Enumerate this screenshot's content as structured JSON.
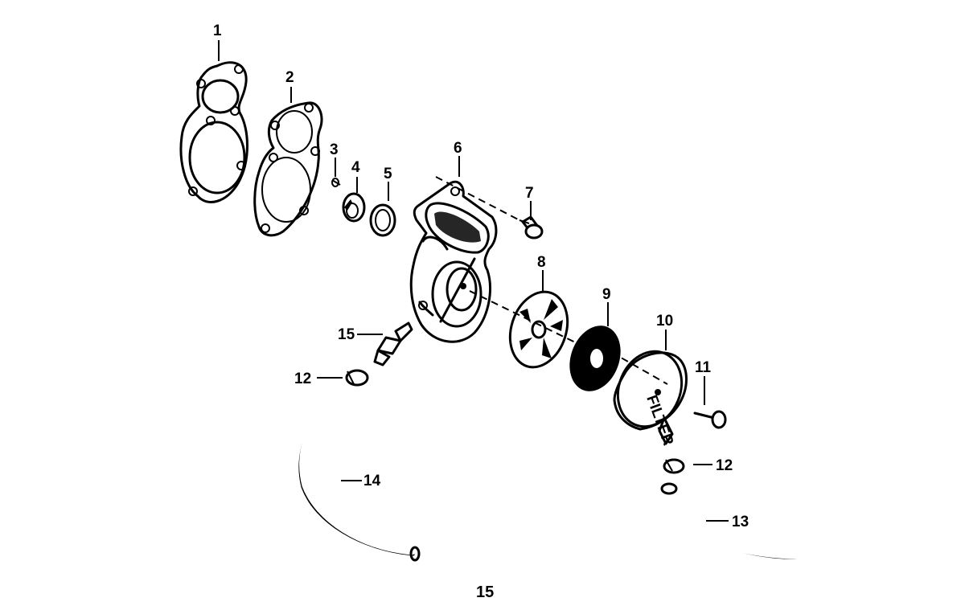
{
  "callouts": [
    {
      "id": "1",
      "text": "1"
    },
    {
      "id": "2",
      "text": "2"
    },
    {
      "id": "3",
      "text": "3"
    },
    {
      "id": "4",
      "text": "4"
    },
    {
      "id": "5",
      "text": "5"
    },
    {
      "id": "6",
      "text": "6"
    },
    {
      "id": "7",
      "text": "7"
    },
    {
      "id": "8",
      "text": "8"
    },
    {
      "id": "9",
      "text": "9"
    },
    {
      "id": "10",
      "text": "10"
    },
    {
      "id": "11",
      "text": "11"
    },
    {
      "id": "12a",
      "text": "12"
    },
    {
      "id": "12b",
      "text": "12"
    },
    {
      "id": "13",
      "text": "13"
    },
    {
      "id": "14",
      "text": "14"
    },
    {
      "id": "15",
      "text": "15"
    }
  ],
  "filter_cover_text": "FILTER",
  "figure_number": "15"
}
